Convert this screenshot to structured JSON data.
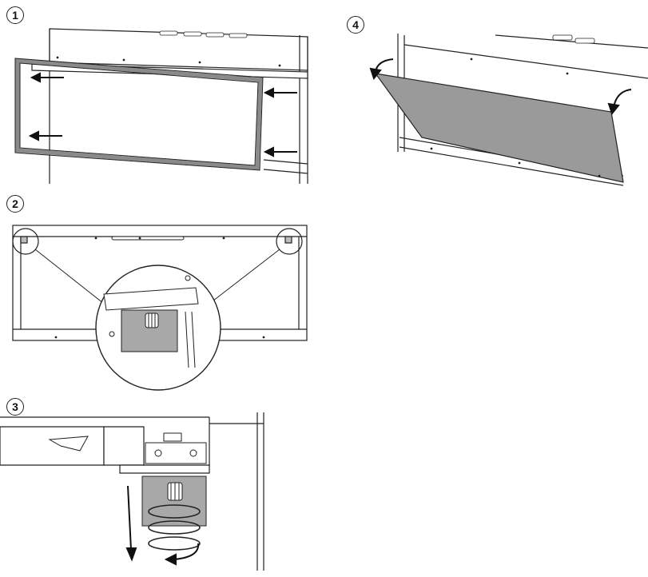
{
  "steps": [
    {
      "number": "1"
    },
    {
      "number": "2"
    },
    {
      "number": "3"
    },
    {
      "number": "4"
    }
  ],
  "colors": {
    "line": "#222222",
    "panel_gray": "#9a9a9a",
    "bracket_gray": "#a8a8a8",
    "frame_gray": "#8a8a8a"
  }
}
